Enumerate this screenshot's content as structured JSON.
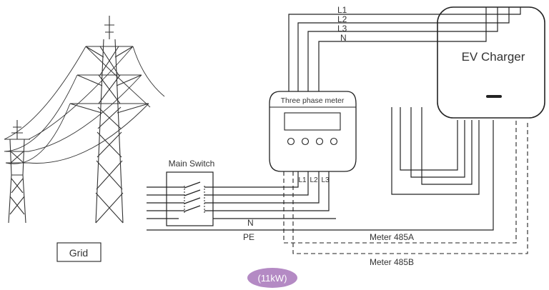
{
  "wires_top": [
    "L1",
    "L2",
    "L3",
    "N"
  ],
  "charger": {
    "label": "EV Charger"
  },
  "meter": {
    "label": "Three phase meter",
    "terminals": [
      "L1",
      "L2",
      "L3"
    ]
  },
  "main_switch": {
    "label": "Main Switch"
  },
  "grid": {
    "label": "Grid"
  },
  "lines": {
    "n": "N",
    "pe": "PE"
  },
  "comm": {
    "a": "Meter 485A",
    "b": "Meter 485B"
  },
  "power_badge": {
    "label": "(11kW)",
    "color": "#b48ac4"
  }
}
